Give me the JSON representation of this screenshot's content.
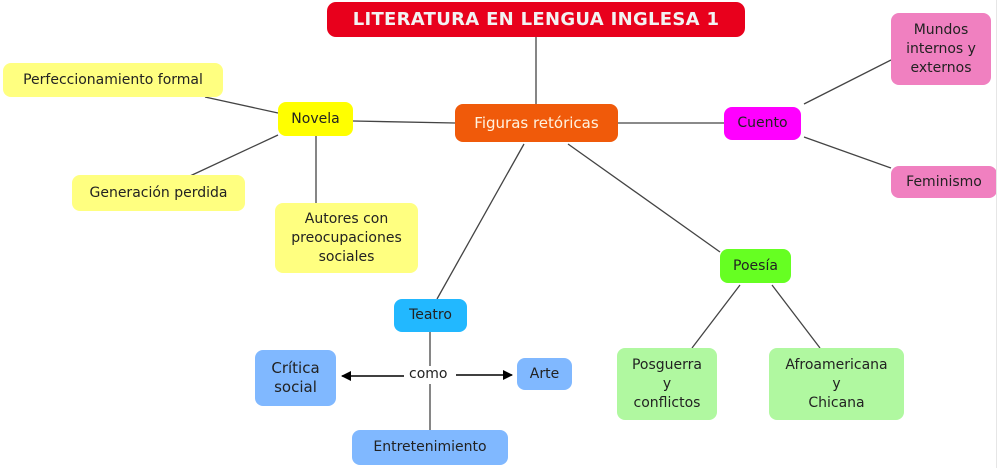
{
  "title": "LITERATURA EN LENGUA INGLESA 1",
  "colors": {
    "title": "#e8001c",
    "center": "#f05a0a",
    "novela": "#ffff00",
    "novela_children": "#ffff80",
    "cuento": "#ff00ff",
    "cuento_children": "#f080c0",
    "poesia": "#66ff22",
    "poesia_children": "#b0f8a0",
    "teatro": "#22b8ff",
    "teatro_children": "#80b8ff",
    "line": "#444444"
  },
  "nodes": {
    "center": "Figuras retóricas",
    "novela": "Novela",
    "perfeccionamiento": "Perfeccionamiento formal",
    "generacion": "Generación perdida",
    "autores": "Autores con\npreocupaciones\nsociales",
    "cuento": "Cuento",
    "mundos": "Mundos\ninternos y\nexternos",
    "feminismo": "Feminismo",
    "poesia": "Poesía",
    "posguerra": "Posguerra\ny\nconflictos",
    "afroamericana": "Afroamericana\ny\nChicana",
    "teatro": "Teatro",
    "critica": "Crítica\nsocial",
    "arte": "Arte",
    "entretenimiento": "Entretenimiento"
  },
  "link_labels": {
    "teatro_como": "como"
  }
}
